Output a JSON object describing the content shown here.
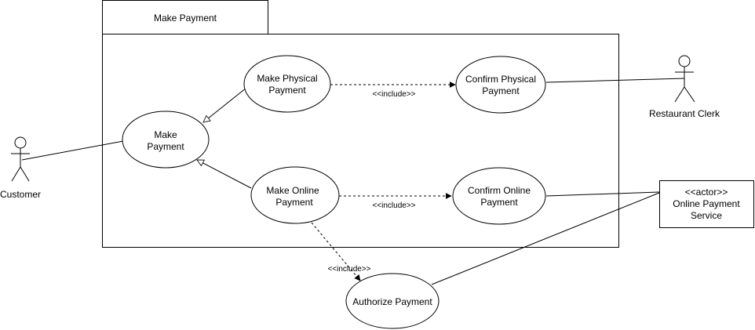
{
  "package": {
    "tab_label": "Make Payment"
  },
  "actors": {
    "customer": "Customer",
    "restaurant_clerk": "Restaurant Clerk",
    "online_payment_service": {
      "stereotype": "<<actor>>",
      "line1": "Online Payment",
      "line2": "Service"
    }
  },
  "use_cases": {
    "make_payment": {
      "line1": "Make",
      "line2": "Payment"
    },
    "make_physical_payment": {
      "line1": "Make Physical",
      "line2": "Payment"
    },
    "confirm_physical_payment": {
      "line1": "Confirm Physical",
      "line2": "Payment"
    },
    "make_online_payment": {
      "line1": "Make Online",
      "line2": "Payment"
    },
    "confirm_online_payment": {
      "line1": "Confirm Online",
      "line2": "Payment"
    },
    "authorize_payment": "Authorize Payment"
  },
  "relations": {
    "include_physical": "<<include>>",
    "include_online": "<<include>>",
    "include_authorize": "<<include>>"
  },
  "colors": {
    "stroke": "#000000",
    "background": "#ffffff"
  }
}
